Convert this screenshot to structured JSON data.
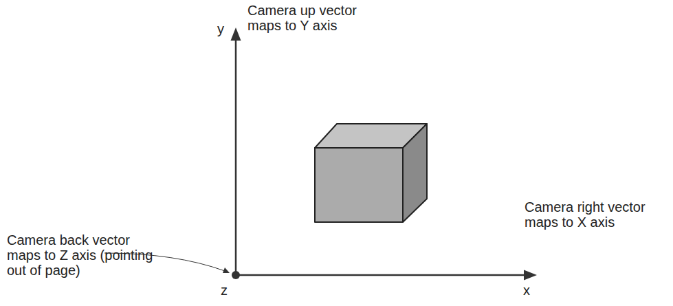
{
  "diagram": {
    "labels": [
      "y",
      "Camera up vector maps to Y axis",
      "Camera right vector maps to X axis",
      "x",
      "Camera back vector maps to Z axis (pointing out of page)",
      "z"
    ]
  }
}
